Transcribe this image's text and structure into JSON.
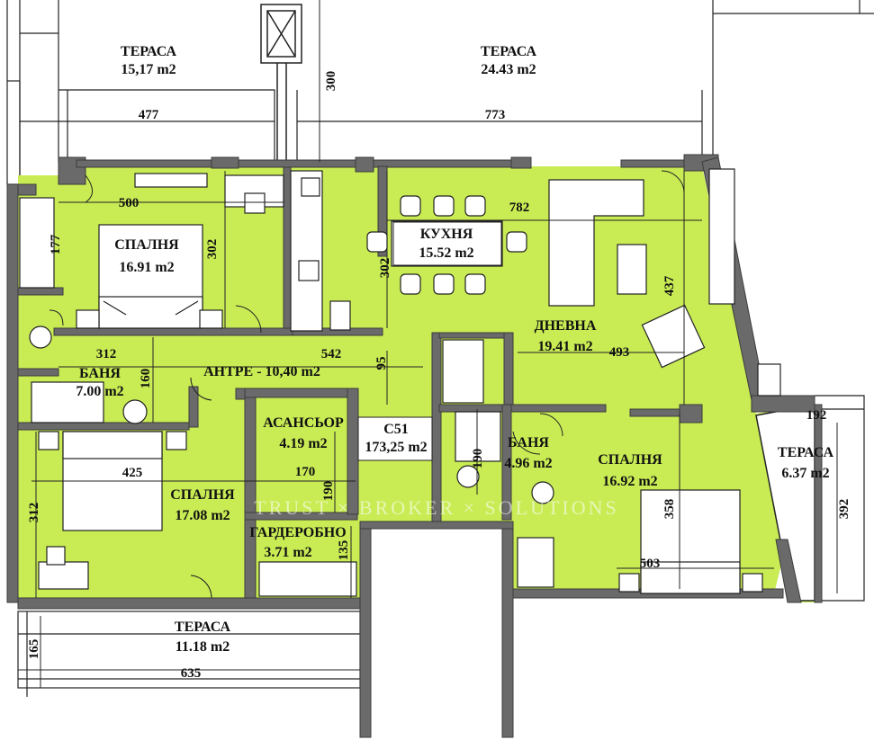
{
  "plan": {
    "apartment_label": "С51",
    "apartment_area": "173,25 m2",
    "watermark": "TRUST × BROKER × SOLUTIONS",
    "rooms": {
      "terrace_top_left": {
        "name": "ТЕРАСА",
        "area": "15,17 m2"
      },
      "terrace_top_right": {
        "name": "ТЕРАСА",
        "area": "24.43 m2"
      },
      "bedroom_1": {
        "name": "СПАЛНЯ",
        "area": "16.91 m2"
      },
      "kitchen": {
        "name": "КУХНЯ",
        "area": "15.52 m2"
      },
      "living": {
        "name": "ДНЕВНА",
        "area": "19.41 m2"
      },
      "bath_1": {
        "name": "БАНЯ",
        "area": "7.00 m2"
      },
      "hall": {
        "name": "АНТРЕ - 10,40 m2"
      },
      "elevator": {
        "name": "АСАНСЬОР",
        "area": "4.19 m2"
      },
      "bath_2": {
        "name": "БАНЯ",
        "area": "4.96 m2"
      },
      "bedroom_2": {
        "name": "СПАЛНЯ",
        "area": "17.08 m2"
      },
      "wardrobe": {
        "name": "ГАРДЕРОБНО",
        "area": "3.71 m2"
      },
      "bedroom_3": {
        "name": "СПАЛНЯ",
        "area": "16.92 m2"
      },
      "terrace_right": {
        "name": "ТЕРАСА",
        "area": "6.37 m2"
      },
      "terrace_bottom": {
        "name": "ТЕРАСА",
        "area": "11.18 m2"
      }
    },
    "dims": {
      "d300": "300",
      "d477": "477",
      "d773": "773",
      "d500": "500",
      "d177": "177",
      "d302a": "302",
      "d782": "782",
      "d302b": "302",
      "d437": "437",
      "d312a": "312",
      "d542": "542",
      "d95": "95",
      "d493": "493",
      "d160": "160",
      "d192": "192",
      "d170": "170",
      "d190a": "190",
      "d190b": "190",
      "d425": "425",
      "d312b": "312",
      "d358": "358",
      "d392": "392",
      "d135": "135",
      "d503": "503",
      "d165": "165",
      "d635": "635"
    },
    "colors": {
      "floor": "#c9ec55",
      "wall": "#6a6a6a",
      "wall_dark": "#3c3c3c",
      "line": "#222222",
      "terrace": "#ffffff"
    }
  }
}
